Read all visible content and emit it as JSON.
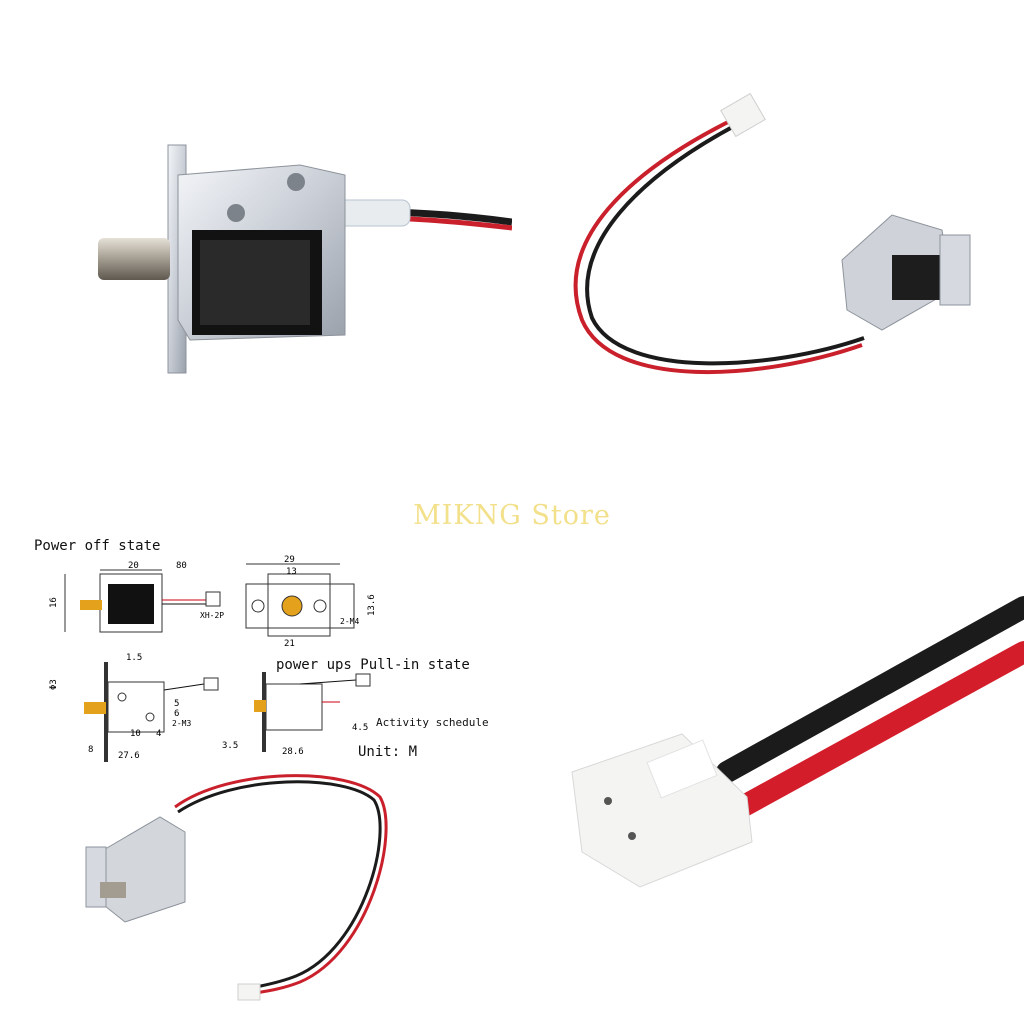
{
  "watermark": {
    "text": "MIKNG Store",
    "color": "#f3e08a"
  },
  "diagram": {
    "power_off_label": "Power off state",
    "pull_in_label": "power ups Pull-in state",
    "activity_label": "Activity schedule",
    "unit_label": "Unit: M",
    "dims": {
      "d20": "20",
      "d80": "80",
      "d16": "16",
      "xh2p": "XH-2P",
      "d29": "29",
      "d13": "13",
      "d21": "21",
      "d13_6": "13.6",
      "m4_top": "2-M4",
      "d1_5": "1.5",
      "phi": "Φ3",
      "d5": "5",
      "d6": "6",
      "d10": "10",
      "d4": "4",
      "m3": "2-M3",
      "d8": "8",
      "d27_6": "27.6",
      "d4_5": "4.5",
      "d3_5": "3.5",
      "d28_6": "28.6"
    }
  },
  "colors": {
    "wire_red": "#d41d2a",
    "wire_black": "#1b1b1b",
    "metal": "#d9dde2",
    "plug": "#f4f4f2"
  }
}
